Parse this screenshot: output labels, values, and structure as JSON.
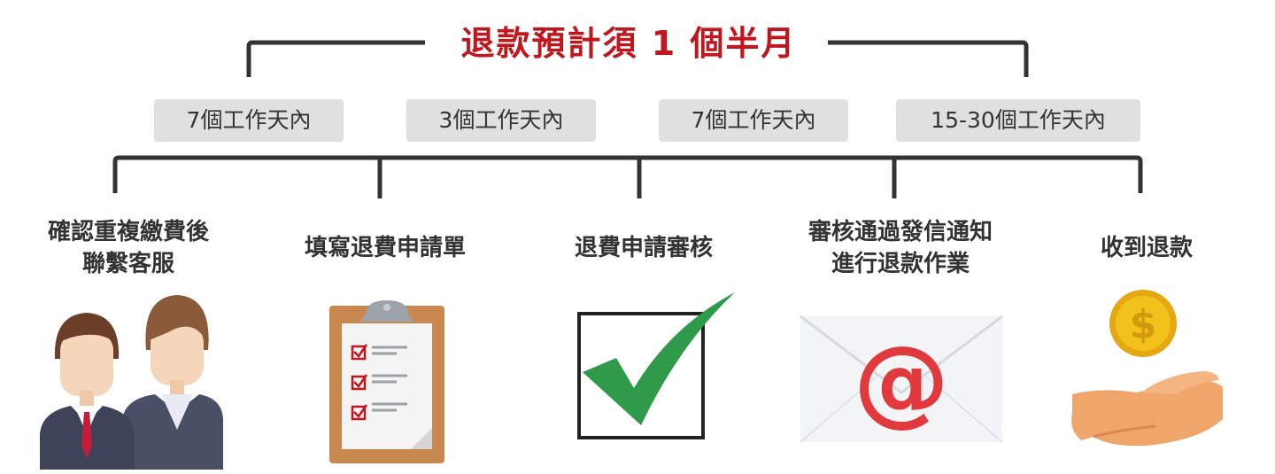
{
  "title": "退款預計須 1 個半月",
  "durations": [
    "7個工作天內",
    "3個工作天內",
    "7個工作天內",
    "15-30個工作天內"
  ],
  "steps": [
    {
      "line1": "確認重複繳費後",
      "line2": "聯繫客服",
      "icon": "customer-service-people-icon"
    },
    {
      "line1": "填寫退費申請單",
      "line2": "",
      "icon": "clipboard-checklist-icon"
    },
    {
      "line1": "退費申請審核",
      "line2": "",
      "icon": "checkmark-icon"
    },
    {
      "line1": "審核通過發信通知",
      "line2": "進行退款作業",
      "icon": "email-envelope-icon"
    },
    {
      "line1": "收到退款",
      "line2": "",
      "icon": "coin-hand-icon"
    }
  ],
  "colors": {
    "accent": "#c0161d",
    "line": "#333333",
    "badge": "#e0e0e0",
    "check": "#2e9a4a",
    "email": "#e03a3e",
    "coin": "#f2c21a"
  }
}
